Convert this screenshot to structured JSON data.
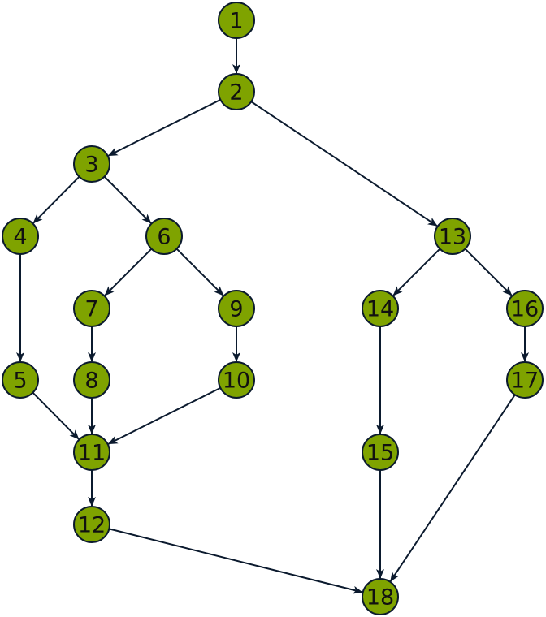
{
  "colors": {
    "node_fill": "#7fa300",
    "node_stroke": "#0b1a2e",
    "edge": "#0b1a2e",
    "background": "#ffffff"
  },
  "nodes": [
    {
      "id": "1",
      "label": "1"
    },
    {
      "id": "2",
      "label": "2"
    },
    {
      "id": "3",
      "label": "3"
    },
    {
      "id": "4",
      "label": "4"
    },
    {
      "id": "5",
      "label": "5"
    },
    {
      "id": "6",
      "label": "6"
    },
    {
      "id": "7",
      "label": "7"
    },
    {
      "id": "8",
      "label": "8"
    },
    {
      "id": "9",
      "label": "9"
    },
    {
      "id": "10",
      "label": "10"
    },
    {
      "id": "11",
      "label": "11"
    },
    {
      "id": "12",
      "label": "12"
    },
    {
      "id": "13",
      "label": "13"
    },
    {
      "id": "14",
      "label": "14"
    },
    {
      "id": "15",
      "label": "15"
    },
    {
      "id": "16",
      "label": "16"
    },
    {
      "id": "17",
      "label": "17"
    },
    {
      "id": "18",
      "label": "18"
    }
  ],
  "edges": [
    {
      "from": "1",
      "to": "2"
    },
    {
      "from": "2",
      "to": "3"
    },
    {
      "from": "2",
      "to": "13"
    },
    {
      "from": "3",
      "to": "4"
    },
    {
      "from": "3",
      "to": "6"
    },
    {
      "from": "4",
      "to": "5"
    },
    {
      "from": "6",
      "to": "7"
    },
    {
      "from": "6",
      "to": "9"
    },
    {
      "from": "7",
      "to": "8"
    },
    {
      "from": "9",
      "to": "10"
    },
    {
      "from": "5",
      "to": "11"
    },
    {
      "from": "8",
      "to": "11"
    },
    {
      "from": "10",
      "to": "11"
    },
    {
      "from": "11",
      "to": "12"
    },
    {
      "from": "12",
      "to": "18"
    },
    {
      "from": "13",
      "to": "14"
    },
    {
      "from": "13",
      "to": "16"
    },
    {
      "from": "14",
      "to": "15"
    },
    {
      "from": "16",
      "to": "17"
    },
    {
      "from": "15",
      "to": "18"
    },
    {
      "from": "17",
      "to": "18"
    }
  ]
}
